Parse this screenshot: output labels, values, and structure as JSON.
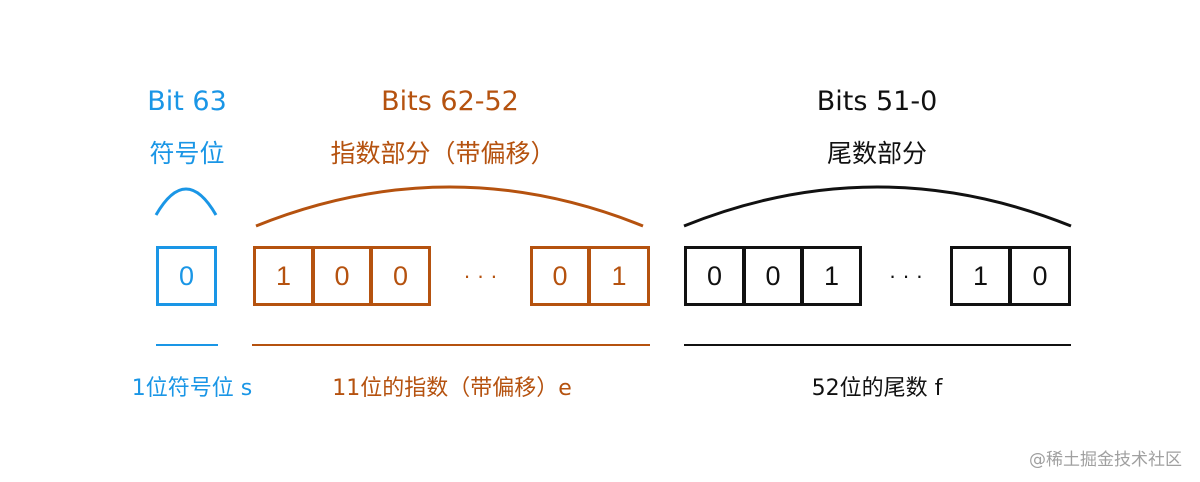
{
  "colors": {
    "sign": "#1a96e6",
    "exponent": "#b5520f",
    "mantissa": "#111111",
    "watermark": "#a0a0a0"
  },
  "sign": {
    "title": "Bit 63",
    "subtitle": "符号位",
    "bits": [
      "0"
    ],
    "caption": "1位符号位 s"
  },
  "exponent": {
    "title": "Bits 62-52",
    "subtitle": "指数部分（带偏移）",
    "bits": [
      "1",
      "0",
      "0",
      "·  ·  ·",
      "0",
      "1"
    ],
    "caption": "11位的指数（带偏移）e"
  },
  "mantissa": {
    "title": "Bits 51-0",
    "subtitle": "尾数部分",
    "bits": [
      "0",
      "0",
      "1",
      "·  ·  ·",
      "1",
      "0"
    ],
    "caption": "52位的尾数 f"
  },
  "watermark": "@稀土掘金技术社区"
}
